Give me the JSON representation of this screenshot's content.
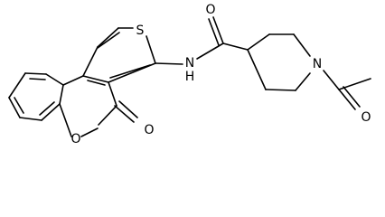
{
  "molecule": {
    "atoms": [
      {
        "id": "s1",
        "label": "S"
      },
      {
        "id": "n-amide",
        "label": "N"
      },
      {
        "id": "h-amide",
        "label": "H"
      },
      {
        "id": "o-amide",
        "label": "O"
      },
      {
        "id": "n-piperidine",
        "label": "N"
      },
      {
        "id": "o-acetyl",
        "label": "O"
      },
      {
        "id": "o-lactone-ring",
        "label": "O"
      },
      {
        "id": "o-lactone-carbonyl",
        "label": "O"
      }
    ],
    "colors": {
      "bond": "#000000",
      "label": "#000000",
      "background": "#ffffff"
    }
  }
}
